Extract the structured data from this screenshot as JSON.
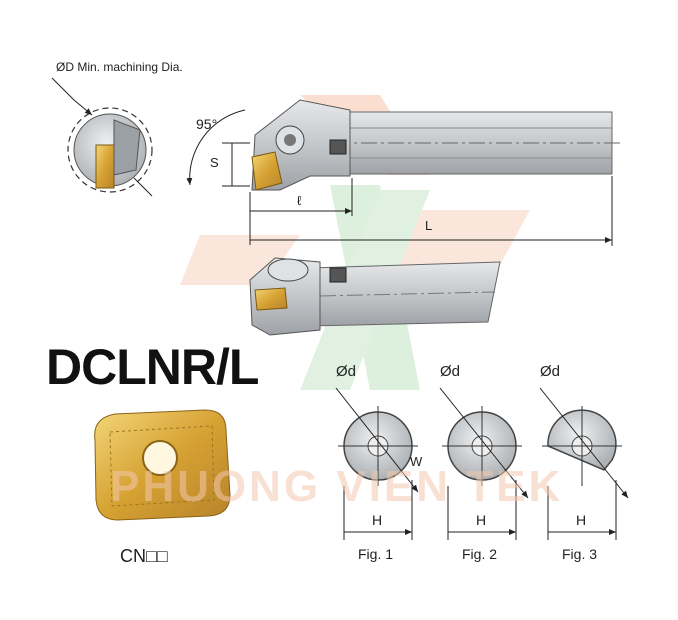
{
  "title": "DCLNR/L",
  "min_dia_label": "ØD Min. machining Dia.",
  "angle_label": "95°",
  "s_label": "S",
  "l_small_label": "ℓ",
  "l_label": "L",
  "insert_code": "CN□□",
  "watermark": "PHUONG VIEN TEK",
  "figures": [
    {
      "caption": "Fig. 1",
      "d_label": "Ød",
      "h_label": "H",
      "w_label": "W"
    },
    {
      "caption": "Fig. 2",
      "d_label": "Ød",
      "h_label": "H"
    },
    {
      "caption": "Fig. 3",
      "d_label": "Ød",
      "h_label": "H"
    }
  ],
  "colors": {
    "tool_gray": "#c9cbcc",
    "tool_dark": "#8c8f92",
    "insert_gold": "#e8b84a",
    "watermark": "#f3c8ae"
  }
}
